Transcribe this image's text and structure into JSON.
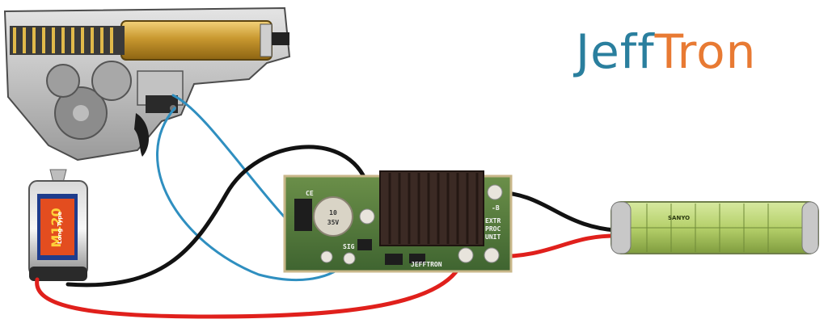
{
  "logo": {
    "part1": "Jeff",
    "part2": "Tron"
  },
  "colors": {
    "jeff": "#2a7f9e",
    "tron": "#e87a33",
    "wire_black": "#121212",
    "wire_red": "#e0201c",
    "wire_blue": "#2f8fc0",
    "pcb": "#4f7a3a",
    "battery": "#b8d47a"
  },
  "pcb": {
    "pad_minus_b": "-B",
    "extra_label_1": "EXTR",
    "extra_label_2": "PROC",
    "extra_label_3": "UNIT",
    "sig_label": "SIG",
    "brand_label": "JEFFTRON",
    "cap_line1": "10",
    "cap_line2": "35V",
    "ce_label": "CE"
  },
  "motor": {
    "label": "M120",
    "sub_label": "Long Type"
  },
  "battery": {
    "brand": "SANYO"
  }
}
